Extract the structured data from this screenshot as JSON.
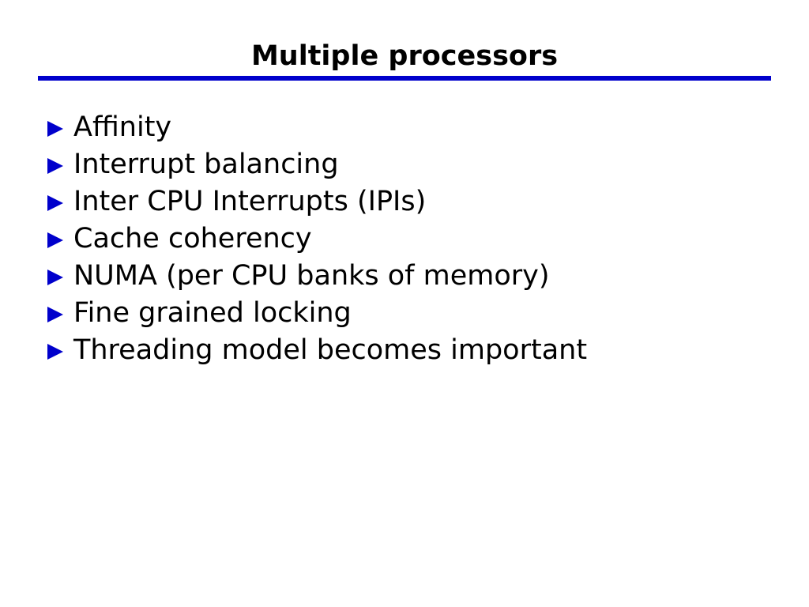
{
  "slide": {
    "title": "Multiple processors",
    "accent_color": "#0000cc",
    "text_color": "#000000",
    "background_color": "#ffffff",
    "bullet_icon": "triangle-right-icon",
    "bullets": [
      {
        "label": "Affinity"
      },
      {
        "label": "Interrupt balancing"
      },
      {
        "label": "Inter CPU Interrupts (IPIs)"
      },
      {
        "label": "Cache coherency"
      },
      {
        "label": "NUMA (per CPU banks of memory)"
      },
      {
        "label": "Fine grained locking"
      },
      {
        "label": "Threading model becomes important"
      }
    ]
  }
}
